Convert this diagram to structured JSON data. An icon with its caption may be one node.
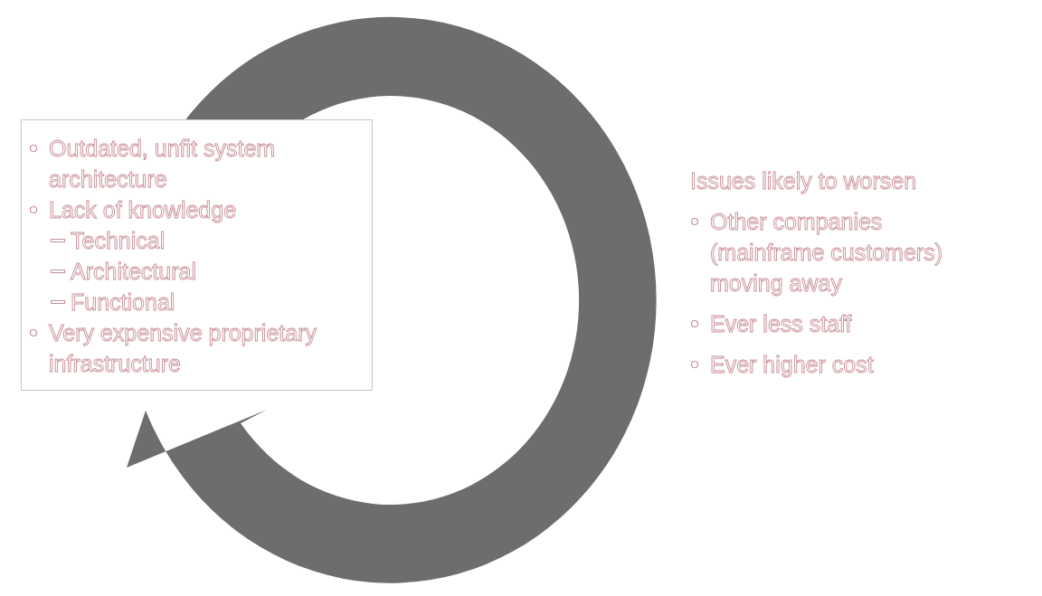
{
  "diagram": {
    "nodes": [
      {
        "text": [
          "Outdated, unfit system architecture",
          "Lack of knowledge",
          "Technical",
          "Architectural",
          "Functional",
          "Very expensive proprietary infrastructure"
        ]
      }
    ],
    "labels": [
      "Issues likely to worsen",
      "Other companies (mainframe customers) moving away",
      "Ever less staff",
      "Ever higher cost"
    ]
  }
}
